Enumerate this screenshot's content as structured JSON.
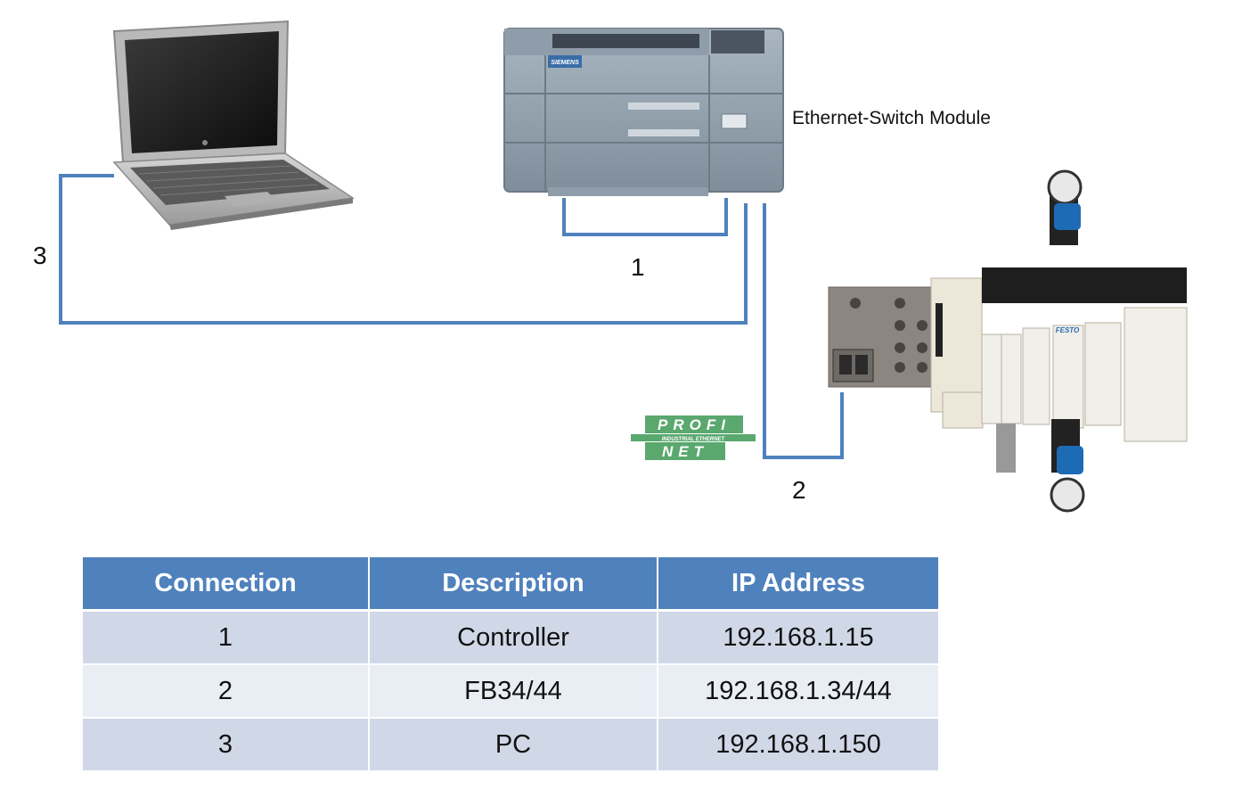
{
  "diagram": {
    "module_label": "Ethernet-Switch Module",
    "connections": [
      {
        "label": "1"
      },
      {
        "label": "2"
      },
      {
        "label": "3"
      }
    ],
    "plc_brand": "SIEMENS",
    "profinet_logo": {
      "line1": "PROFI",
      "line2": "NET",
      "tagline": "INDUSTRIAL ETHERNET"
    },
    "valve_brand": "FESTO",
    "cable_color": "#4f81bd"
  },
  "table": {
    "headers": [
      "Connection",
      "Description",
      "IP Address"
    ],
    "rows": [
      {
        "connection": "1",
        "description": "Controller",
        "ip": "192.168.1.15"
      },
      {
        "connection": "2",
        "description": "FB34/44",
        "ip": "192.168.1.34/44"
      },
      {
        "connection": "3",
        "description": "PC",
        "ip": "192.168.1.150"
      }
    ],
    "header_color": "#4f81bd"
  }
}
